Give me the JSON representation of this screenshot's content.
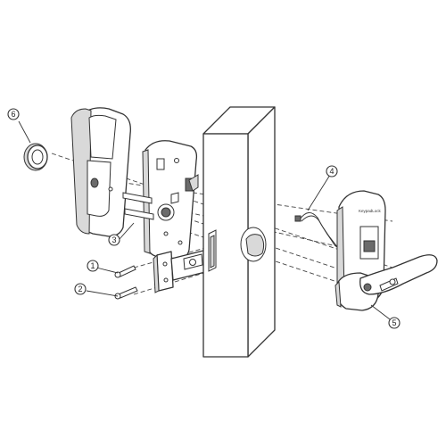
{
  "callouts": [
    {
      "id": "1",
      "label": "1"
    },
    {
      "id": "2",
      "label": "2"
    },
    {
      "id": "3",
      "label": "3"
    },
    {
      "id": "4",
      "label": "4"
    },
    {
      "id": "5",
      "label": "5"
    },
    {
      "id": "6",
      "label": "6"
    }
  ],
  "brand": {
    "text": "KeypadLock"
  }
}
